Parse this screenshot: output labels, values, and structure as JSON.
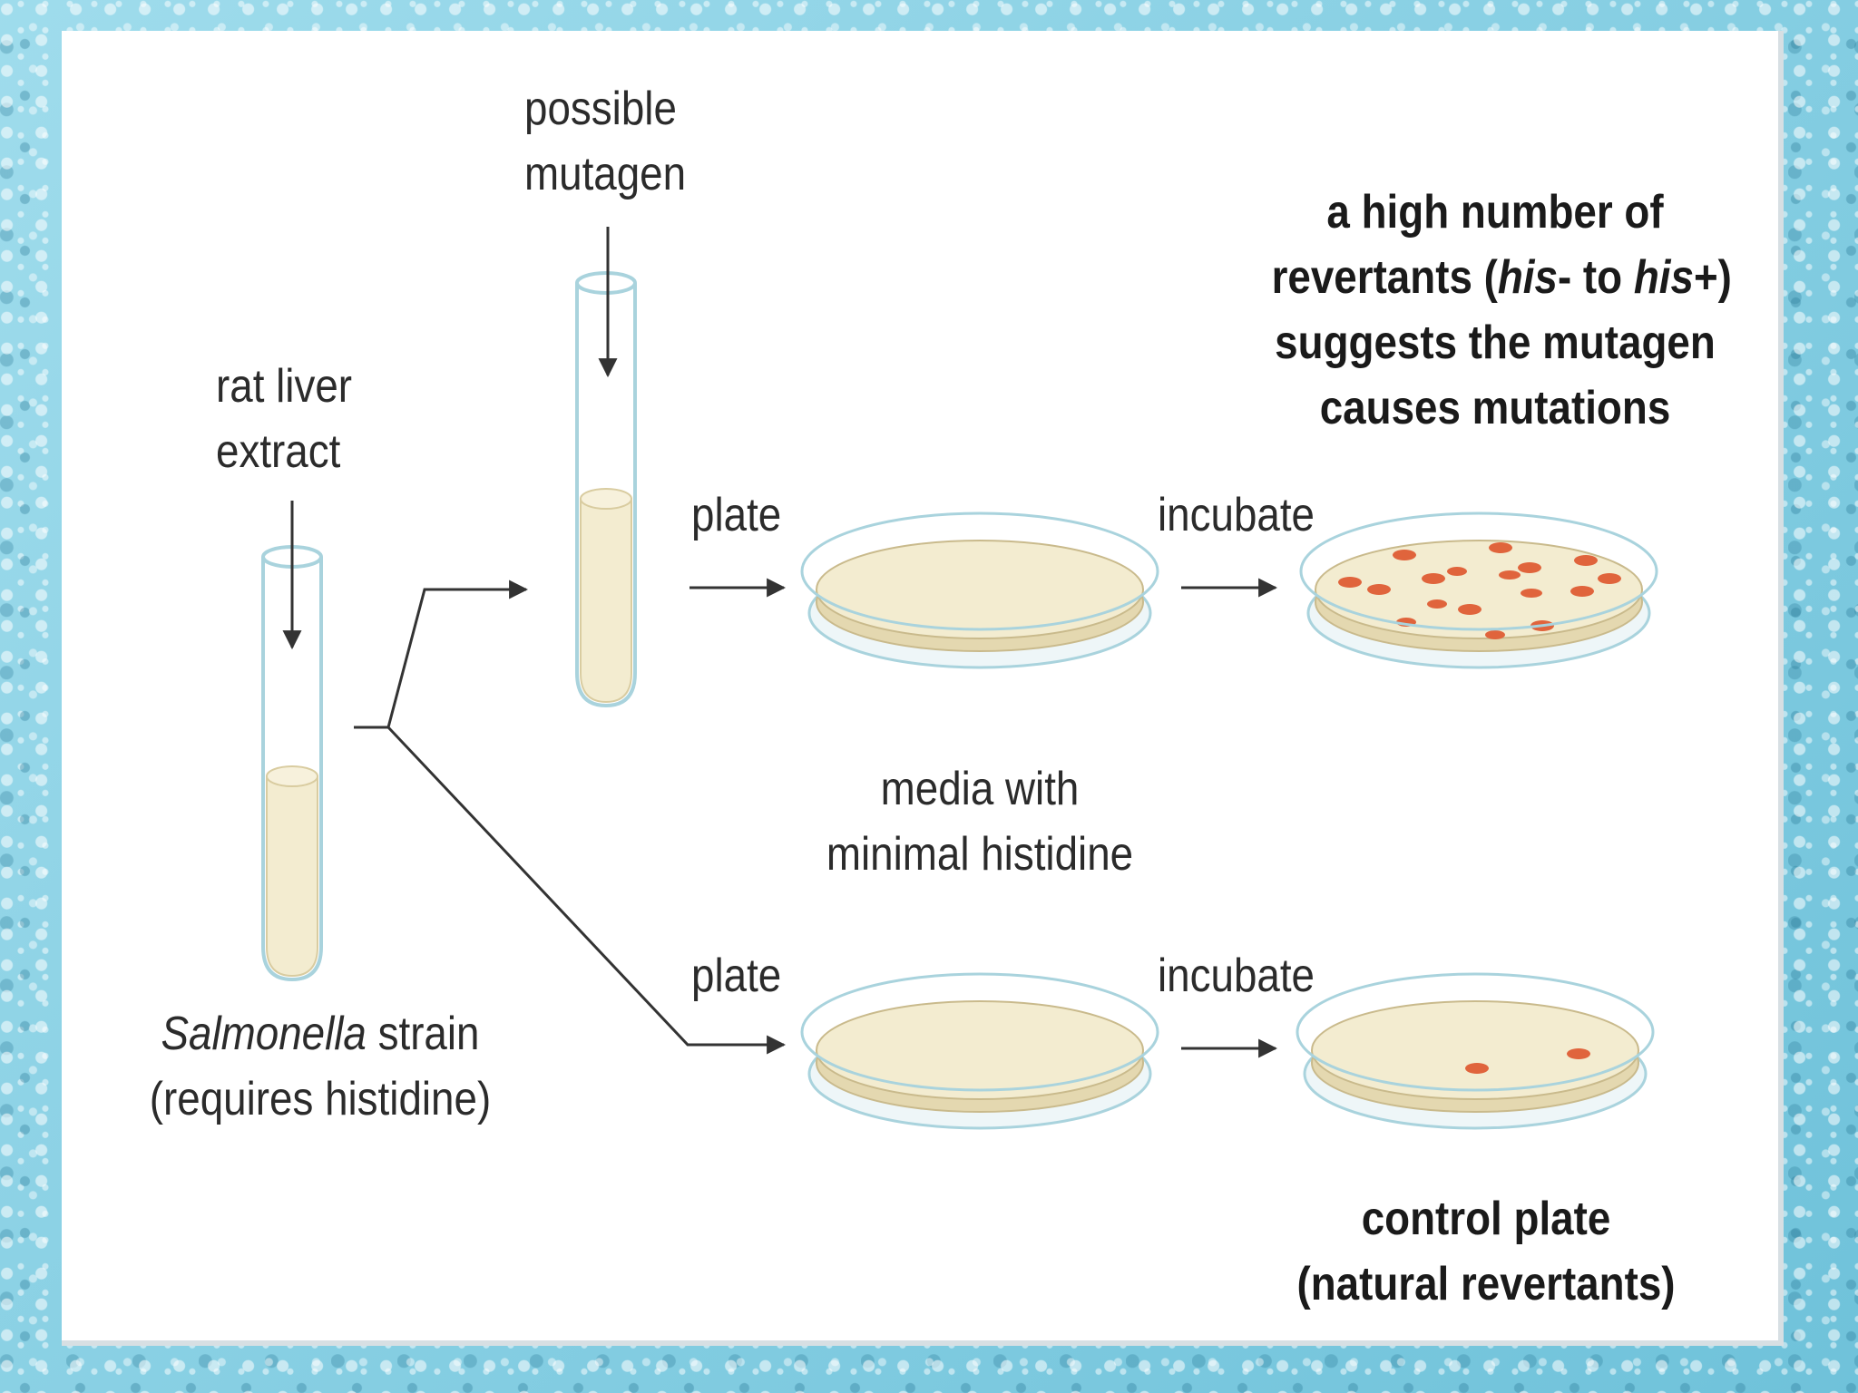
{
  "labels": {
    "possible_mutagen_line1": "possible",
    "possible_mutagen_line2": "mutagen",
    "rat_liver_line1": "rat liver",
    "rat_liver_line2": "extract",
    "strain_italic": "Salmonella",
    "strain_rest": " strain",
    "strain_line2": "(requires histidine)",
    "plate_top": "plate",
    "plate_bottom": "plate",
    "incubate_top": "incubate",
    "incubate_bottom": "incubate",
    "media_line1": "media with",
    "media_line2": "minimal histidine",
    "result_line1": "a high number of",
    "result_line2_a": "revertants (",
    "result_line2_his_minus": "his",
    "result_line2_b": "- to ",
    "result_line2_his_plus": "his",
    "result_line2_c": "+)",
    "result_line3": "suggests the mutagen",
    "result_line4": "causes mutations",
    "control_line1": "control plate",
    "control_line2": "(natural revertants)"
  },
  "colors": {
    "agar": "#f3ecd0",
    "agar_edge": "#d9ccA0",
    "glass": "#a9d3dd",
    "colony": "#e0643c",
    "line": "#333333"
  },
  "colony_counts": {
    "test_plate": 16,
    "control_plate": 2
  }
}
